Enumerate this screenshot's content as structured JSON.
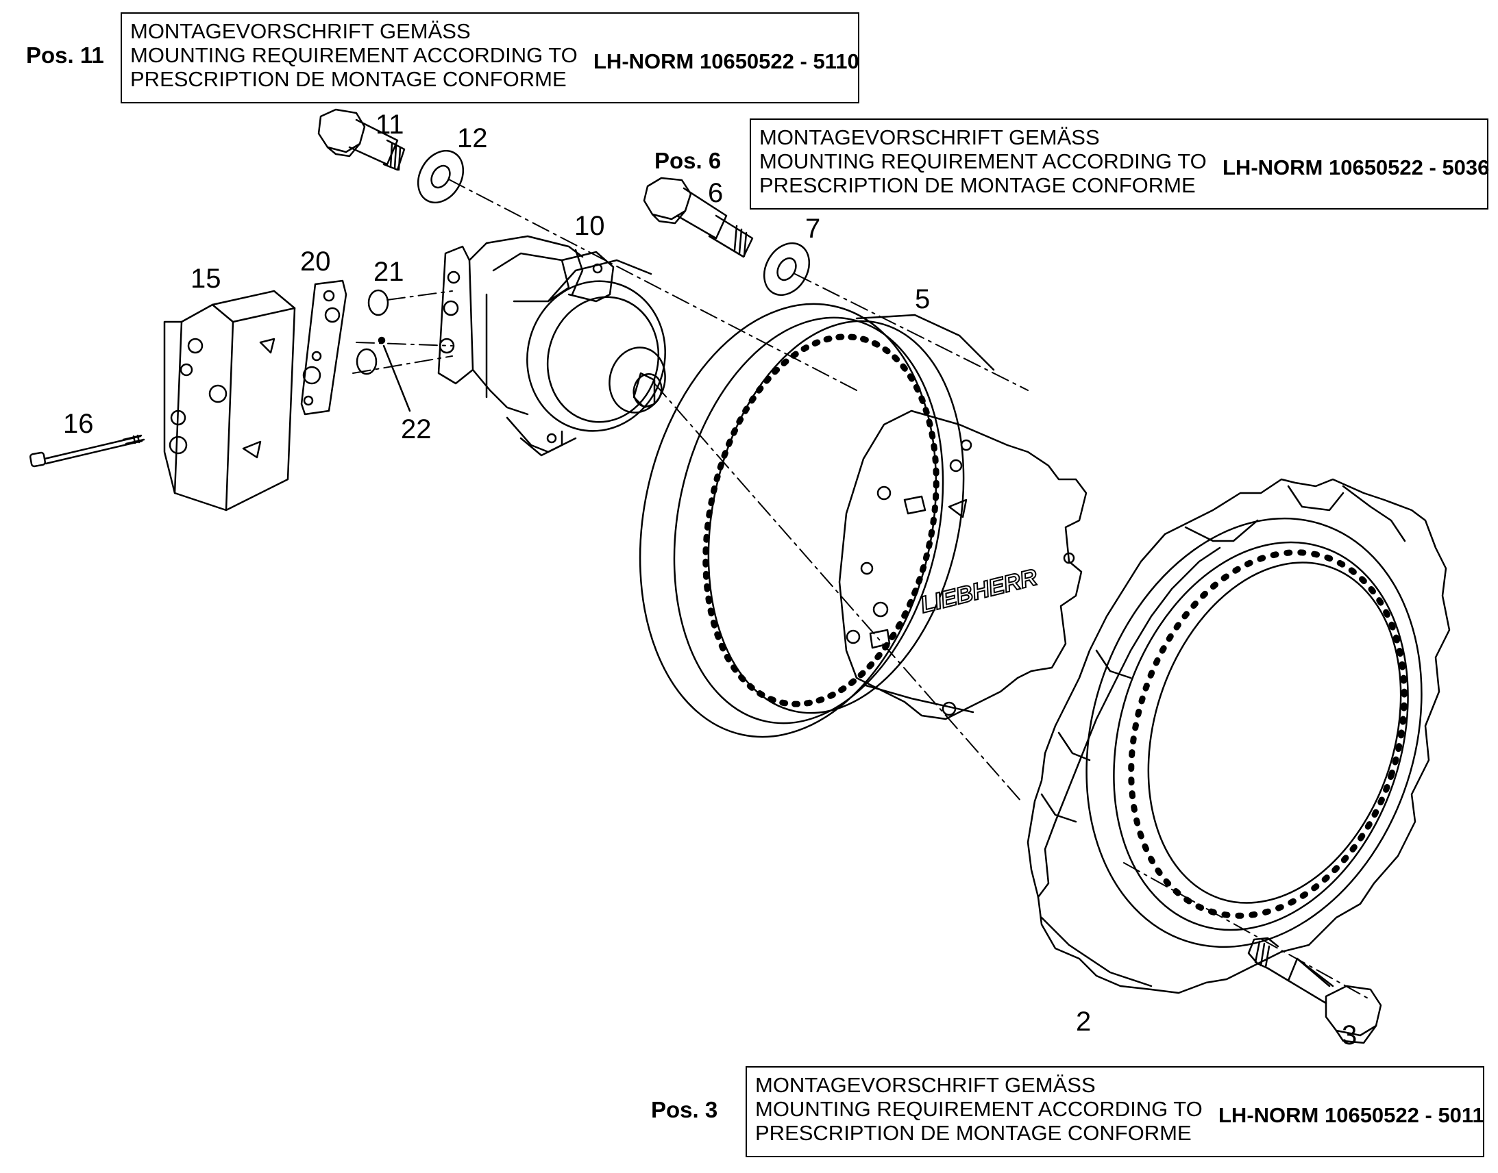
{
  "mounting_boxes": [
    {
      "pos_label": "Pos. 11",
      "line1": "MONTAGEVORSCHRIFT GEMÄSS",
      "line2": "MOUNTING REQUIREMENT ACCORDING TO",
      "line3": "PRESCRIPTION DE MONTAGE CONFORME",
      "norm": "LH-NORM 10650522 - 5110"
    },
    {
      "pos_label": "Pos. 6",
      "line1": "MONTAGEVORSCHRIFT GEMÄSS",
      "line2": "MOUNTING REQUIREMENT ACCORDING TO",
      "line3": "PRESCRIPTION DE MONTAGE CONFORME",
      "norm": "LH-NORM 10650522 - 5036"
    },
    {
      "pos_label": "Pos. 3",
      "line1": "MONTAGEVORSCHRIFT GEMÄSS",
      "line2": "MOUNTING REQUIREMENT ACCORDING TO",
      "line3": "PRESCRIPTION DE MONTAGE CONFORME",
      "norm": "LH-NORM 10650522 - 5011"
    }
  ],
  "part_numbers": {
    "p11": "11",
    "p12": "12",
    "p6": "6",
    "p7": "7",
    "p10": "10",
    "p20": "20",
    "p21": "21",
    "p15": "15",
    "p5": "5",
    "p16": "16",
    "p22": "22",
    "p2": "2",
    "p3": "3"
  },
  "brand": "LIEBHERR"
}
